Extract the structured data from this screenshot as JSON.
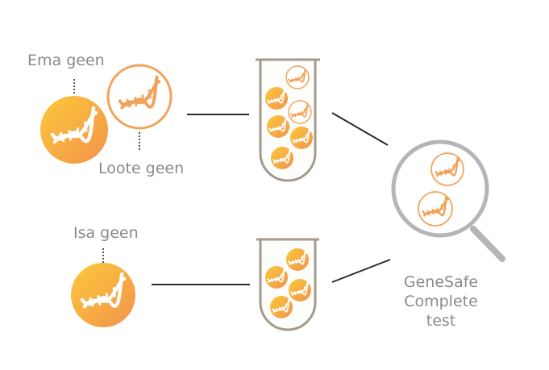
{
  "labels": {
    "mother_gene": "Ema geen",
    "fetal_gene": "Loote geen",
    "father_gene": "Isa geen",
    "test_line1": "GeneSafe",
    "test_line2": "Complete",
    "test_line3": "test"
  },
  "colors": {
    "orange_light": "#f9c03a",
    "orange_dark": "#f49a4a",
    "outline": "#f2a35a",
    "line": "#2b2b2b",
    "dotted": "#555555",
    "tube_stroke": "#a39a8e",
    "magnifier_rim": "#b5b5b5",
    "text": "#8a8a8a"
  },
  "icons": [
    "dna-icon",
    "test-tube-icon",
    "magnifier-icon"
  ]
}
